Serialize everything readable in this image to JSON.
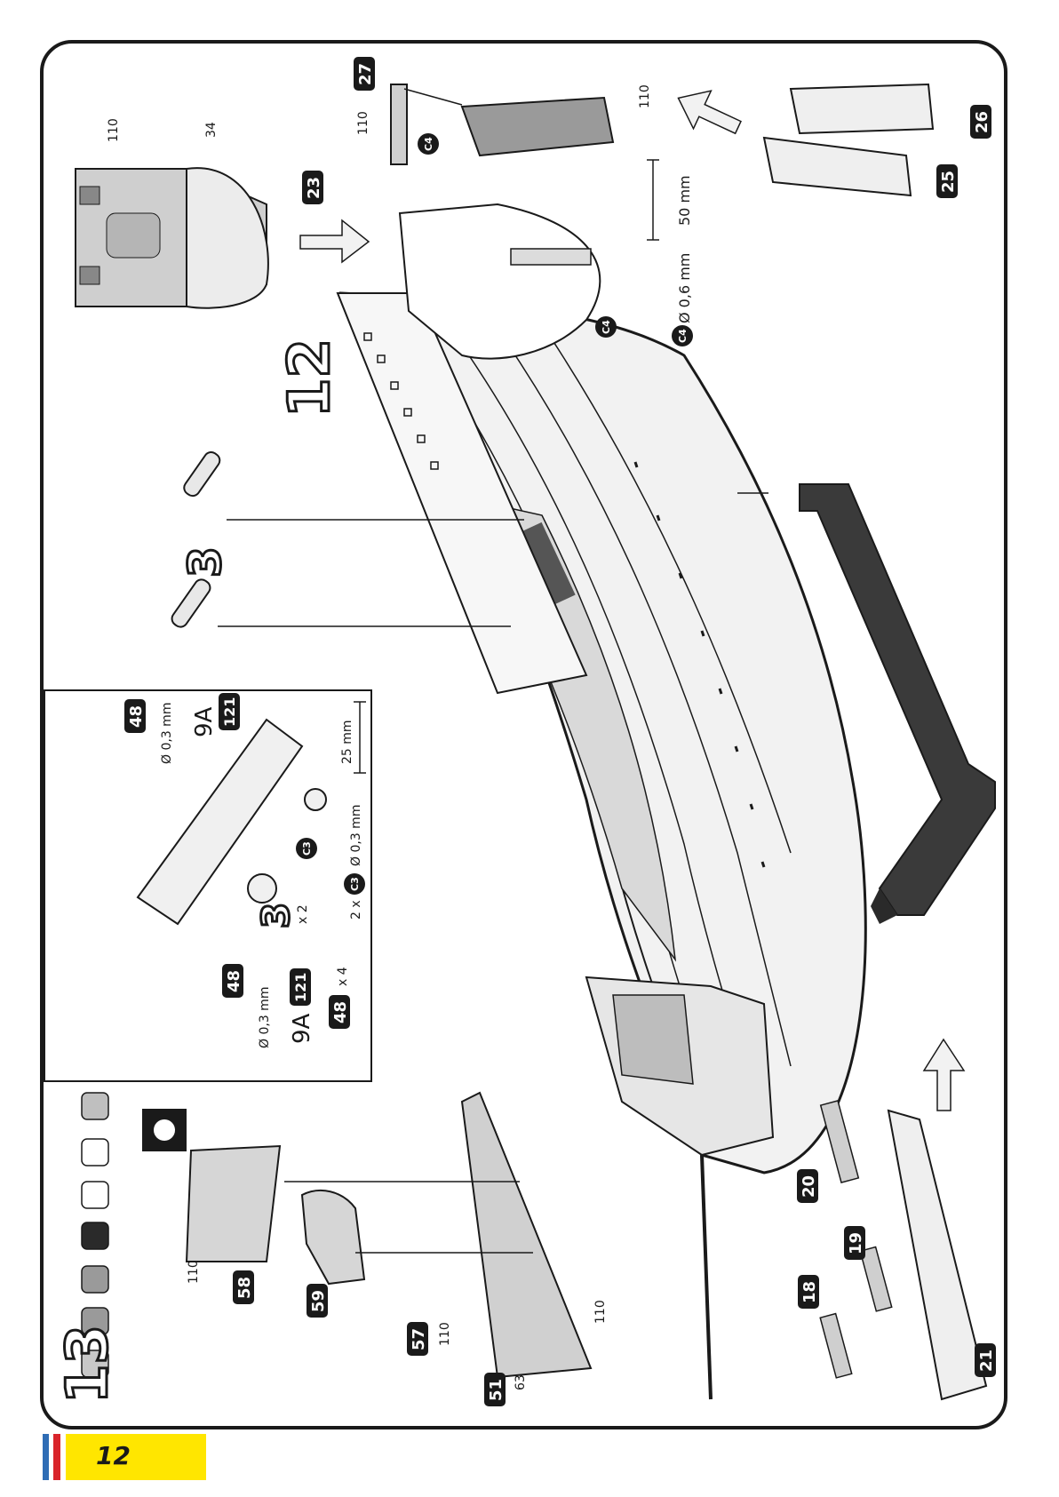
{
  "page": {
    "number": "12"
  },
  "steps": {
    "step12": "12",
    "step13": "13"
  },
  "tools": {
    "paints_count_label": ""
  },
  "labels": {
    "p110_a": "110",
    "p34": "34",
    "p23": "23",
    "p27": "27",
    "p110_b": "110",
    "p110_c": "110",
    "p26": "26",
    "p25": "25",
    "c4_a": "C4",
    "c4_b": "C4",
    "c4_legend": "C4",
    "wire06": "Ø 0,6 mm",
    "scale50": "50 mm",
    "p3": "3",
    "p48_a": "48",
    "wire03_a": "Ø 0,3 mm",
    "p9a_a": "9A",
    "p121_a": "121",
    "scale25": "25 mm",
    "c3_a": "C3",
    "wire03_c": "Ø 0,3 mm",
    "c3_b": "C3",
    "qty2x": "2 x",
    "p3b": "3",
    "x2": "x 2",
    "p48_b": "48",
    "p121_b": "121",
    "wire03_b": "Ø 0,3 mm",
    "p9a_b": "9A",
    "x4": "x 4",
    "p48_c": "48",
    "p110_d": "110",
    "p58": "58",
    "p59": "59",
    "p57": "57",
    "p110_e": "110",
    "p110_f": "110",
    "p51": "51",
    "p63": "63",
    "p20": "20",
    "p19": "19",
    "p18": "18",
    "p21": "21"
  },
  "colors": {
    "accent_yellow": "#ffe600",
    "accent_blue": "#2f6db5",
    "accent_red": "#d9242b"
  }
}
